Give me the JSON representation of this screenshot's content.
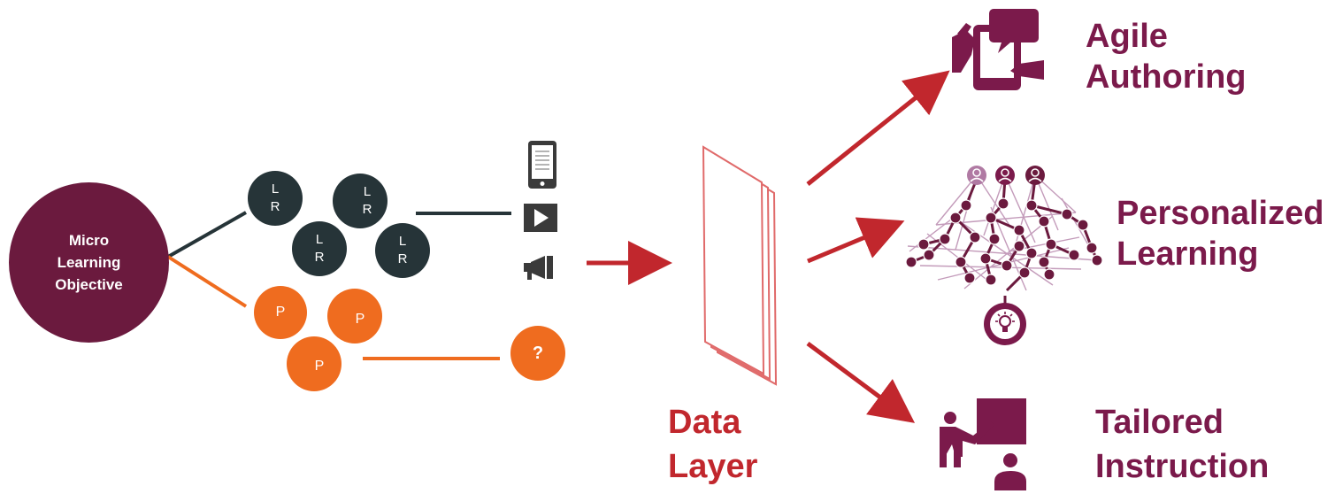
{
  "root": {
    "lines": [
      "Micro",
      "Learning",
      "Objective"
    ]
  },
  "lr_nodes": [
    {
      "top": "L",
      "bottom": "R"
    },
    {
      "top": "L",
      "bottom": "R"
    },
    {
      "top": "L",
      "bottom": "R"
    },
    {
      "top": "L",
      "bottom": "R"
    }
  ],
  "p_nodes": [
    {
      "label": "P"
    },
    {
      "label": "P"
    },
    {
      "label": "P"
    }
  ],
  "question_node": {
    "label": "?"
  },
  "media_icons": [
    "tablet-icon",
    "play-video-icon",
    "megaphone-icon"
  ],
  "data_layer": {
    "lines": [
      "Data",
      "Layer"
    ]
  },
  "outcomes": [
    {
      "icon": "agile-authoring-icon",
      "lines": [
        "Agile",
        "Authoring"
      ]
    },
    {
      "icon": "personalized-learning-network-icon",
      "lines": [
        "Personalized",
        "Learning"
      ]
    },
    {
      "icon": "teacher-board-icon",
      "lines": [
        "Tailored",
        "Instruction"
      ]
    }
  ],
  "colors": {
    "maroon": "#6b1a3e",
    "dark_slate": "#263438",
    "orange": "#ef6c1f",
    "red": "#c1272d",
    "purple": "#7b1a4b",
    "icon_gray": "#3a3a3a"
  }
}
